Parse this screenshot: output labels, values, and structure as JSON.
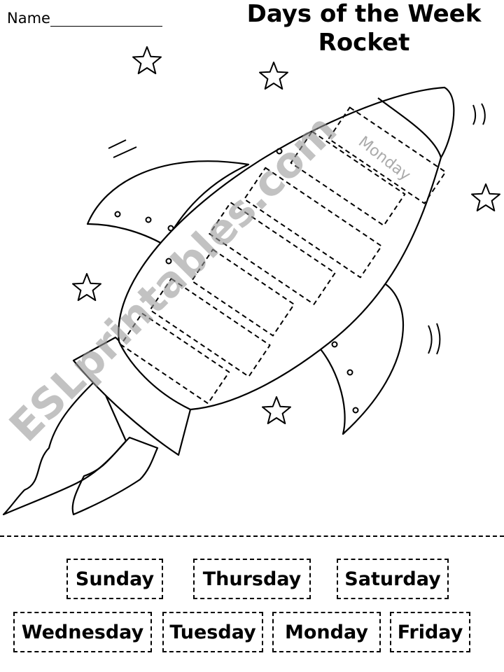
{
  "header": {
    "name_label": "Name",
    "title_line1": "Days of the Week",
    "title_line2": "Rocket"
  },
  "rocket": {
    "example_word": "Monday",
    "box_count": 7
  },
  "watermark": "ESLprintables.com",
  "cards": {
    "row1": [
      "Sunday",
      "Thursday",
      "Saturday"
    ],
    "row2": [
      "Wednesday",
      "Tuesday",
      "Monday",
      "Friday"
    ]
  }
}
